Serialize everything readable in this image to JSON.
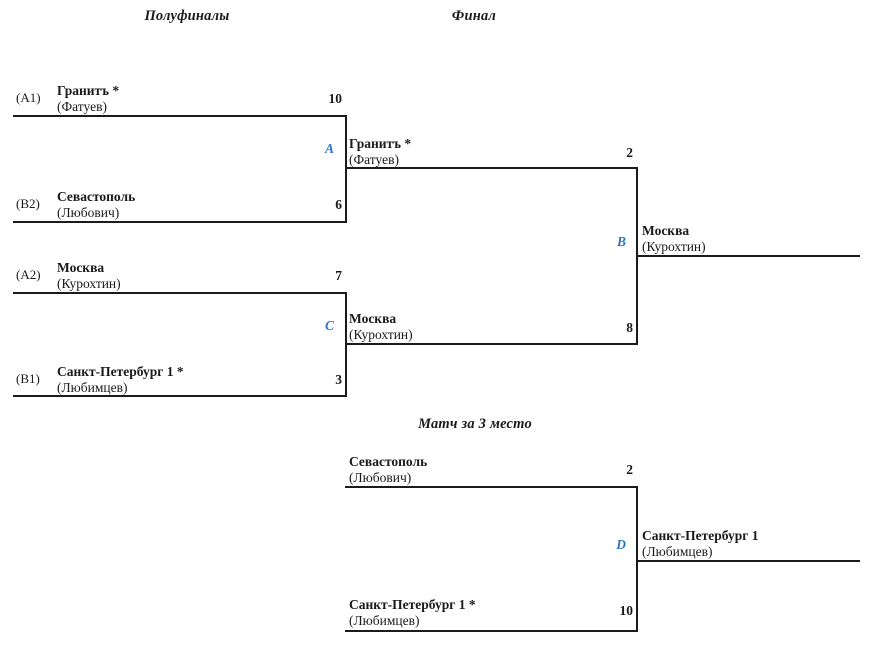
{
  "headers": {
    "semifinals": "Полуфиналы",
    "final": "Финал",
    "third_place": "Матч за 3 место"
  },
  "colors": {
    "line": "#1b1b1b",
    "text": "#1a1a1a",
    "match_letter_blue": "#2e75c4"
  },
  "bracket": {
    "semifinal_1": {
      "match_letter": "A",
      "top": {
        "seed": "(A1)",
        "team": "Гранитъ *",
        "player": "(Фатуев)",
        "score": "10"
      },
      "bottom": {
        "seed": "(B2)",
        "team": "Севастополь",
        "player": "(Любович)",
        "score": "6"
      }
    },
    "semifinal_2": {
      "match_letter": "C",
      "top": {
        "seed": "(A2)",
        "team": "Москва",
        "player": "(Курохтин)",
        "score": "7"
      },
      "bottom": {
        "seed": "(B1)",
        "team": "Санкт-Петербург 1 *",
        "player": "(Любимцев)",
        "score": "3"
      }
    },
    "final": {
      "match_letter": "B",
      "top": {
        "team": "Гранитъ *",
        "player": "(Фатуев)",
        "score": "2"
      },
      "bottom": {
        "team": "Москва",
        "player": "(Курохтин)",
        "score": "8"
      },
      "winner": {
        "team": "Москва",
        "player": "(Курохтин)"
      }
    },
    "third_place": {
      "match_letter": "D",
      "top": {
        "team": "Севастополь",
        "player": "(Любович)",
        "score": "2"
      },
      "bottom": {
        "team": "Санкт-Петербург 1 *",
        "player": "(Любимцев)",
        "score": "10"
      },
      "winner": {
        "team": "Санкт-Петербург 1",
        "player": "(Любимцев)"
      }
    }
  }
}
